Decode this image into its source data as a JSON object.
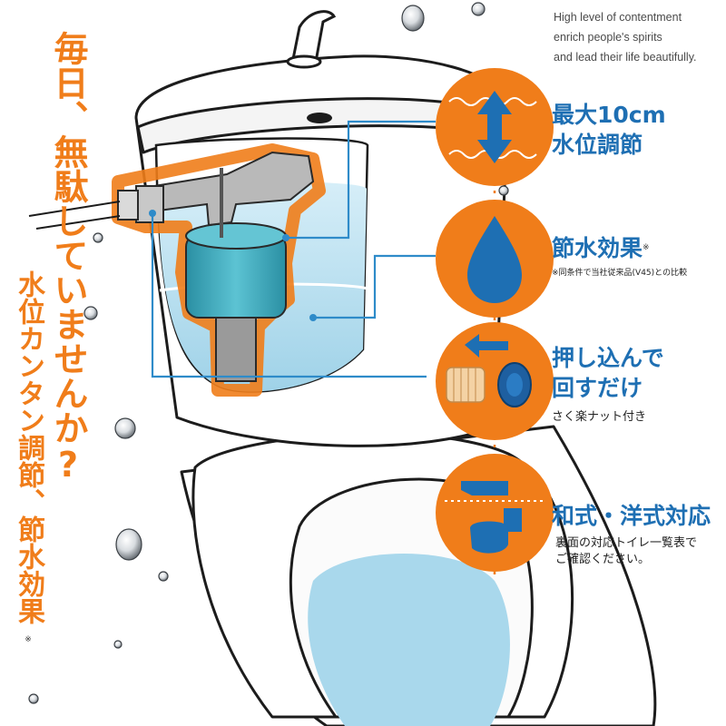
{
  "tagline": {
    "line1": "High level of contentment",
    "line2": "enrich people's spirits",
    "line3": "and lead their life beautifully."
  },
  "headline": "毎日、無駄していませんか?",
  "subline": "水位カンタン調節、節水効果",
  "subline_mark": "※",
  "features": [
    {
      "title_line1": "最大10cm",
      "title_line2": "水位調節",
      "icon": "up-down-arrow-icon"
    },
    {
      "title_line1": "節水効果",
      "title_mark": "※",
      "note": "※同条件で当社従来品(V45)との比較",
      "icon": "water-drop-icon"
    },
    {
      "title_line1": "押し込んで",
      "title_line2": "回すだけ",
      "note": "さく楽ナット付き",
      "icon": "push-nut-icon"
    },
    {
      "title_line1": "和式・洋式対応",
      "note_line1": "裏面の対応トイレ一覧表で",
      "note_line2": "ご確認ください。",
      "icon": "toilet-type-icon"
    }
  ],
  "colors": {
    "accent_orange": "#f07d1a",
    "title_blue": "#1e6fb3",
    "water_blue": "#a9d8ec",
    "valve_teal": "#3aa6b8",
    "line_blue": "#2e8bc9"
  }
}
